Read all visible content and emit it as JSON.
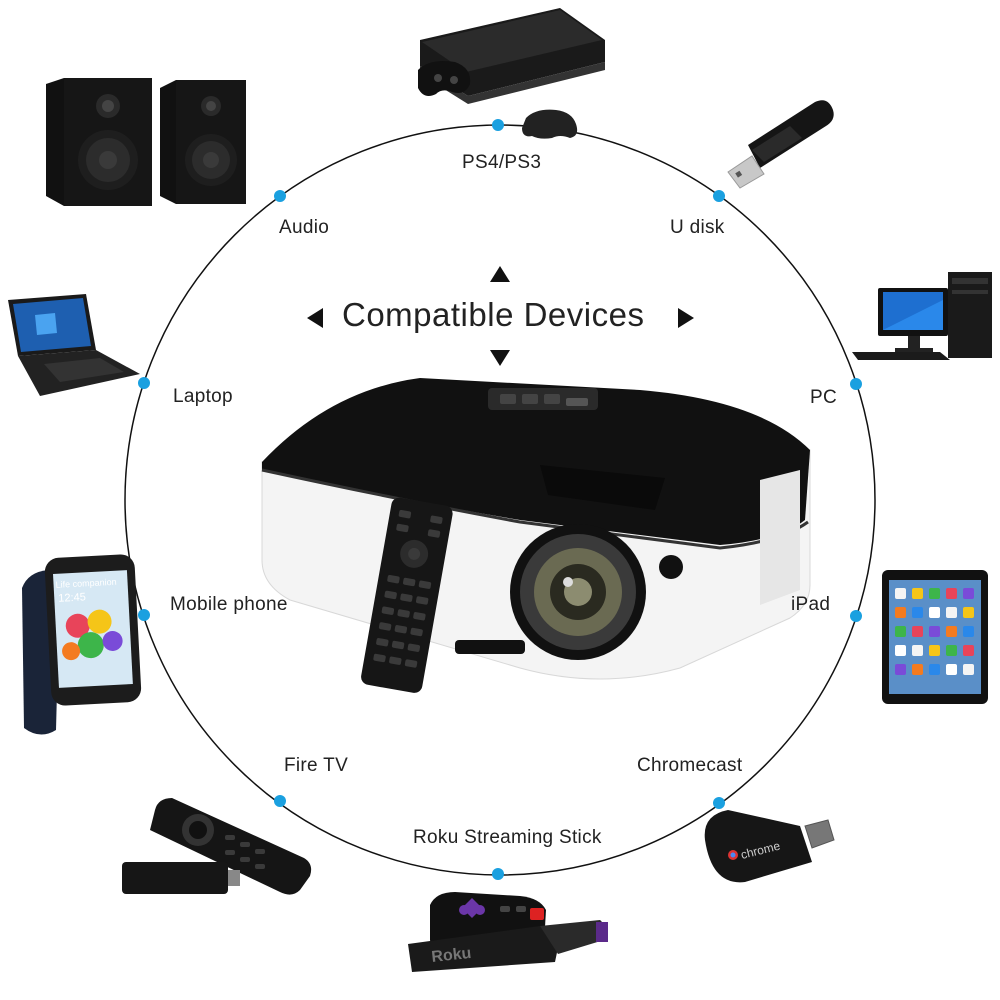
{
  "title": "Compatible Devices",
  "colors": {
    "accent": "#1aa0e0",
    "ring": "#111111",
    "projector_body": "#f4f4f4",
    "projector_top": "#111111",
    "roku_purple": "#5b2a8a"
  },
  "devices": [
    {
      "label": "PS4/PS3",
      "icon": "game-console-icon"
    },
    {
      "label": "U disk",
      "icon": "usb-drive-icon"
    },
    {
      "label": "PC",
      "icon": "desktop-pc-icon"
    },
    {
      "label": "iPad",
      "icon": "tablet-icon"
    },
    {
      "label": "Chromecast",
      "icon": "chromecast-icon"
    },
    {
      "label": "Roku Streaming Stick",
      "icon": "roku-stick-icon"
    },
    {
      "label": "Fire TV",
      "icon": "fire-tv-icon"
    },
    {
      "label": "Mobile phone",
      "icon": "smartphone-icon"
    },
    {
      "label": "Laptop",
      "icon": "laptop-icon"
    },
    {
      "label": "Audio",
      "icon": "speakers-icon"
    }
  ],
  "logos": {
    "chrome": "chrome",
    "roku": "Roku",
    "phone_screen": "Life companion",
    "phone_time": "12:45"
  }
}
